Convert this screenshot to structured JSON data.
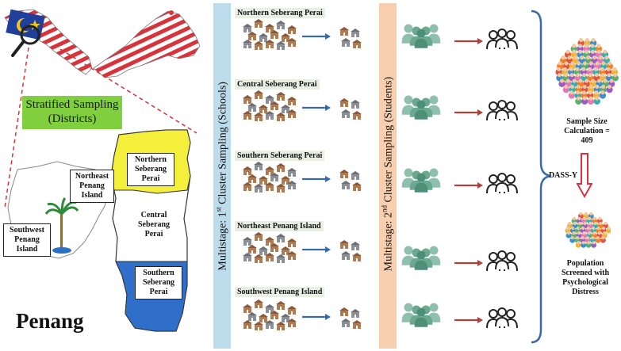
{
  "map": {
    "title": "Penang",
    "stratified_label_line1": "Stratified Sampling",
    "stratified_label_line2": "(Districts)",
    "districts": {
      "northern": [
        "Northern",
        "Seberang",
        "Perai"
      ],
      "central": [
        "Central",
        "Seberang",
        "Perai"
      ],
      "southern": [
        "Southern",
        "Seberang",
        "Perai"
      ],
      "northeast": [
        "Northeast",
        "Penang",
        "Island"
      ],
      "southwest": [
        "Southwest",
        "Penang",
        "Island"
      ]
    }
  },
  "stage1": {
    "label_prefix": "Multistage: 1",
    "label_sup": "st",
    "label_suffix": " Cluster Sampling (Schools)",
    "groups": [
      "Northern Seberang Perai",
      "Central Seberang Perai",
      "Southern Seberang Perai",
      "Northeast Penang Island",
      "Southwest Penang Island"
    ]
  },
  "stage2": {
    "label_prefix": "Multistage: 2",
    "label_sup": "nd",
    "label_suffix": " Cluster Sampling (Students)"
  },
  "outcome": {
    "sample_size_line1": "Sample Size",
    "sample_size_line2": "Calculation =",
    "sample_size_line3": "409",
    "instrument": "DASS-Y",
    "population_line1": "Population",
    "population_line2": "Screened with",
    "population_line3": "Psychological",
    "population_line4": "Distress"
  },
  "colors": {
    "stage1_band": "#bcdcec",
    "stage2_band": "#f7cfae",
    "arrow_blue": "#3a6aa8",
    "arrow_red": "#b0403a",
    "northern_fill": "#f4ef3a",
    "southern_fill": "#2f6fc9",
    "school_brown": "#b07a52",
    "school_gray": "#8c8f96",
    "student_green": "#6aa88f",
    "flag_red": "#d8333a",
    "flag_blue": "#1f3f9a",
    "flag_yellow": "#f2c51a"
  }
}
